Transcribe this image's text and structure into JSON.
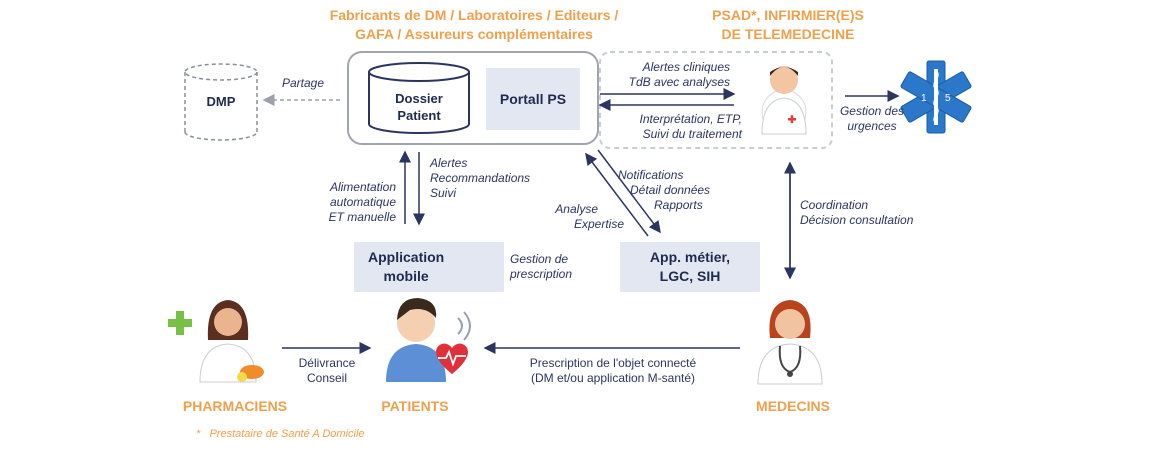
{
  "top_left_title": [
    "Fabricants de DM / Laboratoires / Editeurs /",
    "GAFA / Assureurs complémentaires"
  ],
  "top_right_title": [
    "PSAD*, INFIRMIER(E)S",
    "DE TELEMEDECINE"
  ],
  "dmp": "DMP",
  "partage": "Partage",
  "dossier_patient": [
    "Dossier",
    "Patient"
  ],
  "portail_ps": "Portall PS",
  "alertes_cliniques": [
    "Alertes cliniques",
    "TdB avec analyses"
  ],
  "interpretation": [
    "Interprétation, ETP,",
    "Suivi du traitement"
  ],
  "gestion_urgences": [
    "Gestion des",
    "urgences"
  ],
  "alimentation": [
    "Alimentation",
    "automatique",
    "ET manuelle"
  ],
  "alertes_reco": [
    "Alertes",
    "Recommandations",
    "Suivi"
  ],
  "notifications": [
    "Notifications",
    "Détail données",
    "Rapports"
  ],
  "analyse": [
    "Analyse",
    "Expertise"
  ],
  "coordination": [
    "Coordination",
    "Décision consultation"
  ],
  "app_mobile": [
    "Application",
    "mobile"
  ],
  "gestion_prescription": [
    "Gestion de",
    "prescription"
  ],
  "app_metier": [
    "App. métier,",
    "LGC, SIH"
  ],
  "delivrance": [
    "Délivrance",
    "Conseil"
  ],
  "prescription_objet": [
    "Prescription de l'objet connecté",
    "(DM et/ou application M-santé)"
  ],
  "pharmaciens": "PHARMACIENS",
  "patients": "PATIENTS",
  "medecins": "MEDECINS",
  "footnote": "*   Prestataire de Santé A Domicile",
  "colors": {
    "accent": "#F0A04B",
    "navy": "#1F2B4F",
    "box": "#E3E7F2",
    "star": "#2B77C9"
  }
}
